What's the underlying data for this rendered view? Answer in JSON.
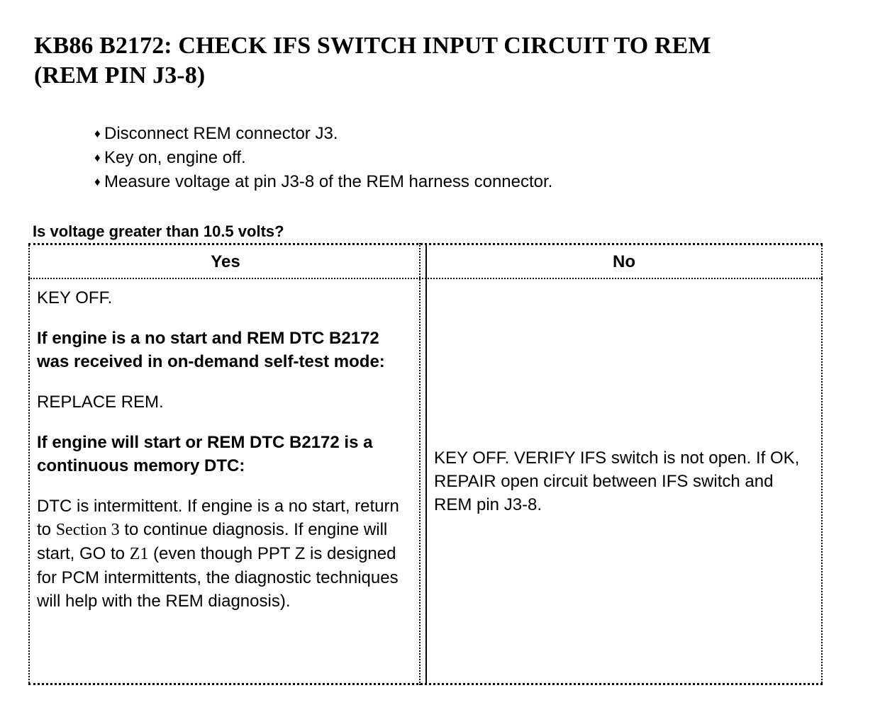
{
  "document": {
    "title": "KB86 B2172: CHECK IFS SWITCH INPUT CIRCUIT TO REM (REM PIN J3-8)",
    "title_line_1": "KB86 B2172: CHECK IFS SWITCH INPUT CIRCUIT TO REM",
    "title_line_2": "(REM PIN J3-8)"
  },
  "steps": {
    "bullet_glyph": "♦",
    "items": [
      "Disconnect REM connector J3.",
      "Key on, engine off.",
      "Measure voltage at pin J3-8 of the REM harness connector."
    ]
  },
  "question": {
    "text": "Is voltage greater than 10.5 volts?"
  },
  "decision_table": {
    "headers": [
      "Yes",
      "No"
    ],
    "yes_column": {
      "paragraphs": [
        {
          "text": "KEY OFF.",
          "bold": false
        },
        {
          "text": "If engine is a no start and REM DTC B2172 was received in on-demand self-test mode:",
          "bold": true
        },
        {
          "text": "REPLACE REM.",
          "bold": false
        },
        {
          "text": "If engine will start or REM DTC B2172 is a continuous memory DTC:",
          "bold": true
        }
      ],
      "final_paragraph": {
        "part_1": "DTC is intermittent. If engine is a no start, return to ",
        "emphasis_1": "Section 3",
        "part_2": " to continue diagnosis. If engine will start, GO to ",
        "emphasis_2": "Z1",
        "part_3": " (even though PPT Z is designed for PCM intermittents, the diagnostic techniques will help with the REM diagnosis)."
      }
    },
    "no_column": {
      "paragraphs": [
        {
          "text": "KEY OFF. VERIFY IFS switch is not open. If OK, REPAIR open circuit between IFS switch and REM pin J3-8.",
          "bold": false
        }
      ]
    }
  },
  "colors": {
    "background": "#ffffff",
    "text": "#000000",
    "border": "#000000"
  }
}
